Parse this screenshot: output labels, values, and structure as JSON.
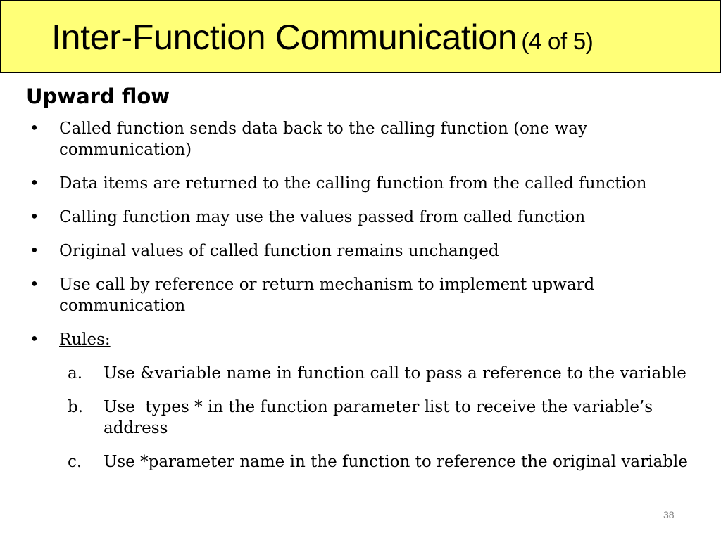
{
  "slide": {
    "title": "Inter-Function Communication",
    "title_sub": "(4 of 5)",
    "heading": "Upward flow",
    "bullet_glyph": "•",
    "bullets": [
      "Called function sends data back to the calling function (one way communication)",
      "Data items are returned to the calling function from the called function",
      "Calling function may use the values passed from called function",
      "Original values of called function remains unchanged",
      "Use call by reference or return mechanism to implement upward communication"
    ],
    "rules_label": "Rules:",
    "rules": [
      {
        "marker": "a.",
        "text": "Use &variable name in function call to pass a reference to the variable"
      },
      {
        "marker": "b.",
        "text": "Use  types * in the function parameter list to receive the variable’s address"
      },
      {
        "marker": "c.",
        "text": "Use *parameter name in the function to reference the original variable"
      }
    ],
    "page_number": "38"
  },
  "colors": {
    "title_background": "#ffff77",
    "text": "#000000",
    "page_number": "#808080"
  }
}
